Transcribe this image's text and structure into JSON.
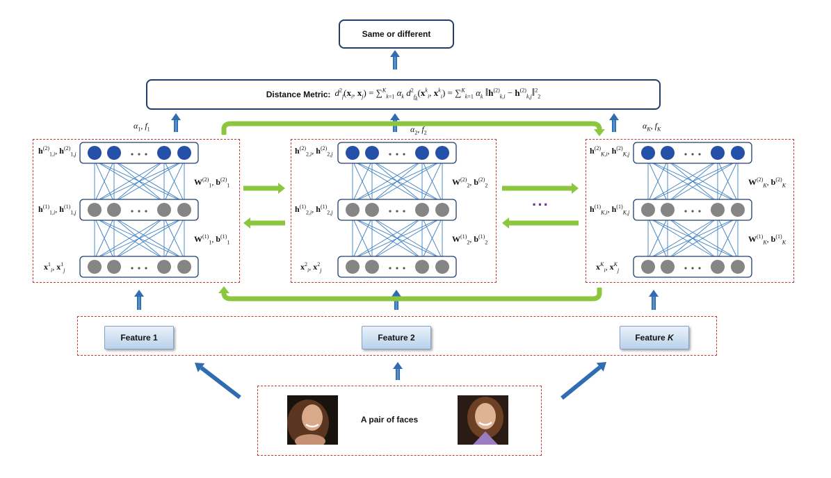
{
  "output_label": "Same or different",
  "metric_label": "Distance Metric:",
  "metric_formula": "d²_f(xᵢ, xⱼ) = Σ_{k=1}^{K} α_k d²_{f_k}(xᵢᵏ, xⱼᵏ) = Σ_{k=1}^{K} α_k ‖h⁽²⁾_{k,i} − h⁽²⁾_{k,j}‖²₂",
  "features": [
    "Feature 1",
    "Feature 2",
    "Feature K"
  ],
  "pair_label": "A pair of faces",
  "networks": [
    {
      "weight": "α1, f1",
      "top": "h(2)1,i, h(2)1,j",
      "mid": "h(1)1,i, h(1)1,j",
      "in": "x1i, x1j",
      "w2": "W(2)1, b(2)1",
      "w1": "W(1)1, b(1)1"
    },
    {
      "weight": "α2, f2",
      "top": "h(2)2,i, h(2)2,j",
      "mid": "h(1)2,i, h(1)2,j",
      "in": "x2i, x2j",
      "w2": "W(2)2, b(2)2",
      "w1": "W(1)2, b(1)2"
    },
    {
      "weight": "αK, fK",
      "top": "h(2)K,i, h(2)K,j",
      "mid": "h(1)K,i, h(1)K,j",
      "in": "xKi, xKj",
      "w2": "W(2)K, b(2)K",
      "w1": "W(1)K, b(1)K"
    }
  ],
  "colors": {
    "top_node": "#2450a8",
    "hidden_node": "#858585",
    "arrow_blue": "#2f6db0",
    "arrow_green": "#8cc63f",
    "dashed_border": "#cc3333",
    "box_border": "#1f3d6b"
  }
}
